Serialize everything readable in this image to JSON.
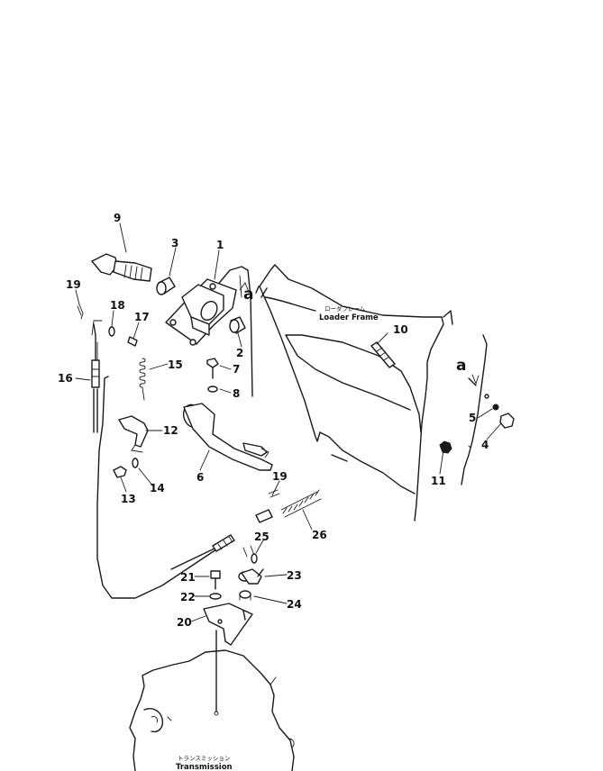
{
  "labels": {
    "frame_jp": "ローダフレーム",
    "frame_en": "Loader Frame",
    "transmission_jp": "トランスミッション",
    "transmission_en": "Transmission",
    "view_a_left": "a",
    "view_a_right": "a"
  },
  "callouts": {
    "p1": "1",
    "p2": "2",
    "p3": "3",
    "p4": "4",
    "p5": "5",
    "p6": "6",
    "p7": "7",
    "p8": "8",
    "p9": "9",
    "p10": "10",
    "p11": "11",
    "p12": "12",
    "p13": "13",
    "p14": "14",
    "p15": "15",
    "p16": "16",
    "p18": "18",
    "p17": "17",
    "p19a": "19",
    "p19b": "19",
    "p20": "20",
    "p21": "21",
    "p22": "22",
    "p23": "23",
    "p24": "24",
    "p25": "25",
    "p26": "26"
  }
}
